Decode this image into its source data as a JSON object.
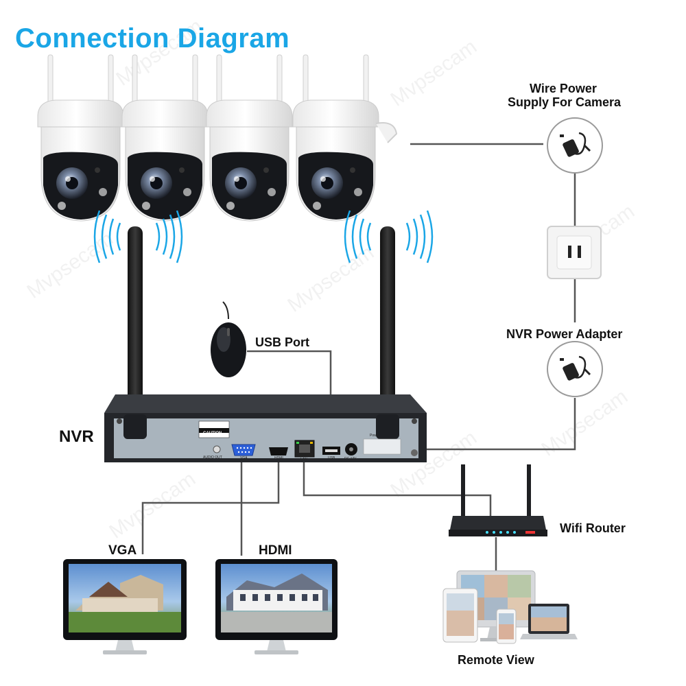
{
  "title": "Connection Diagram",
  "watermark": "Mvpsecam",
  "labels": {
    "wire_power_line1": "Wire Power",
    "wire_power_line2": "Supply For Camera",
    "nvr_power_adapter": "NVR Power Adapter",
    "usb_port": "USB Port",
    "nvr": "NVR",
    "wifi_router": "Wifi Router",
    "vga": "VGA",
    "hdmi": "HDMI",
    "remote_view": "Remote View"
  },
  "nvr_panel": {
    "caution": "CAUTION",
    "audio_out": "AUDIO OUT",
    "vga_port": "VGA",
    "hdmi_port": "HDMI",
    "lan_port": "LAN",
    "usb_port": "USB",
    "dc_port": "DC 12V",
    "power": "Power"
  },
  "colors": {
    "title": "#1aa6e6",
    "line": "#555555",
    "nvr_body": "#2b2d31",
    "nvr_panel": "#a9b4bd"
  }
}
